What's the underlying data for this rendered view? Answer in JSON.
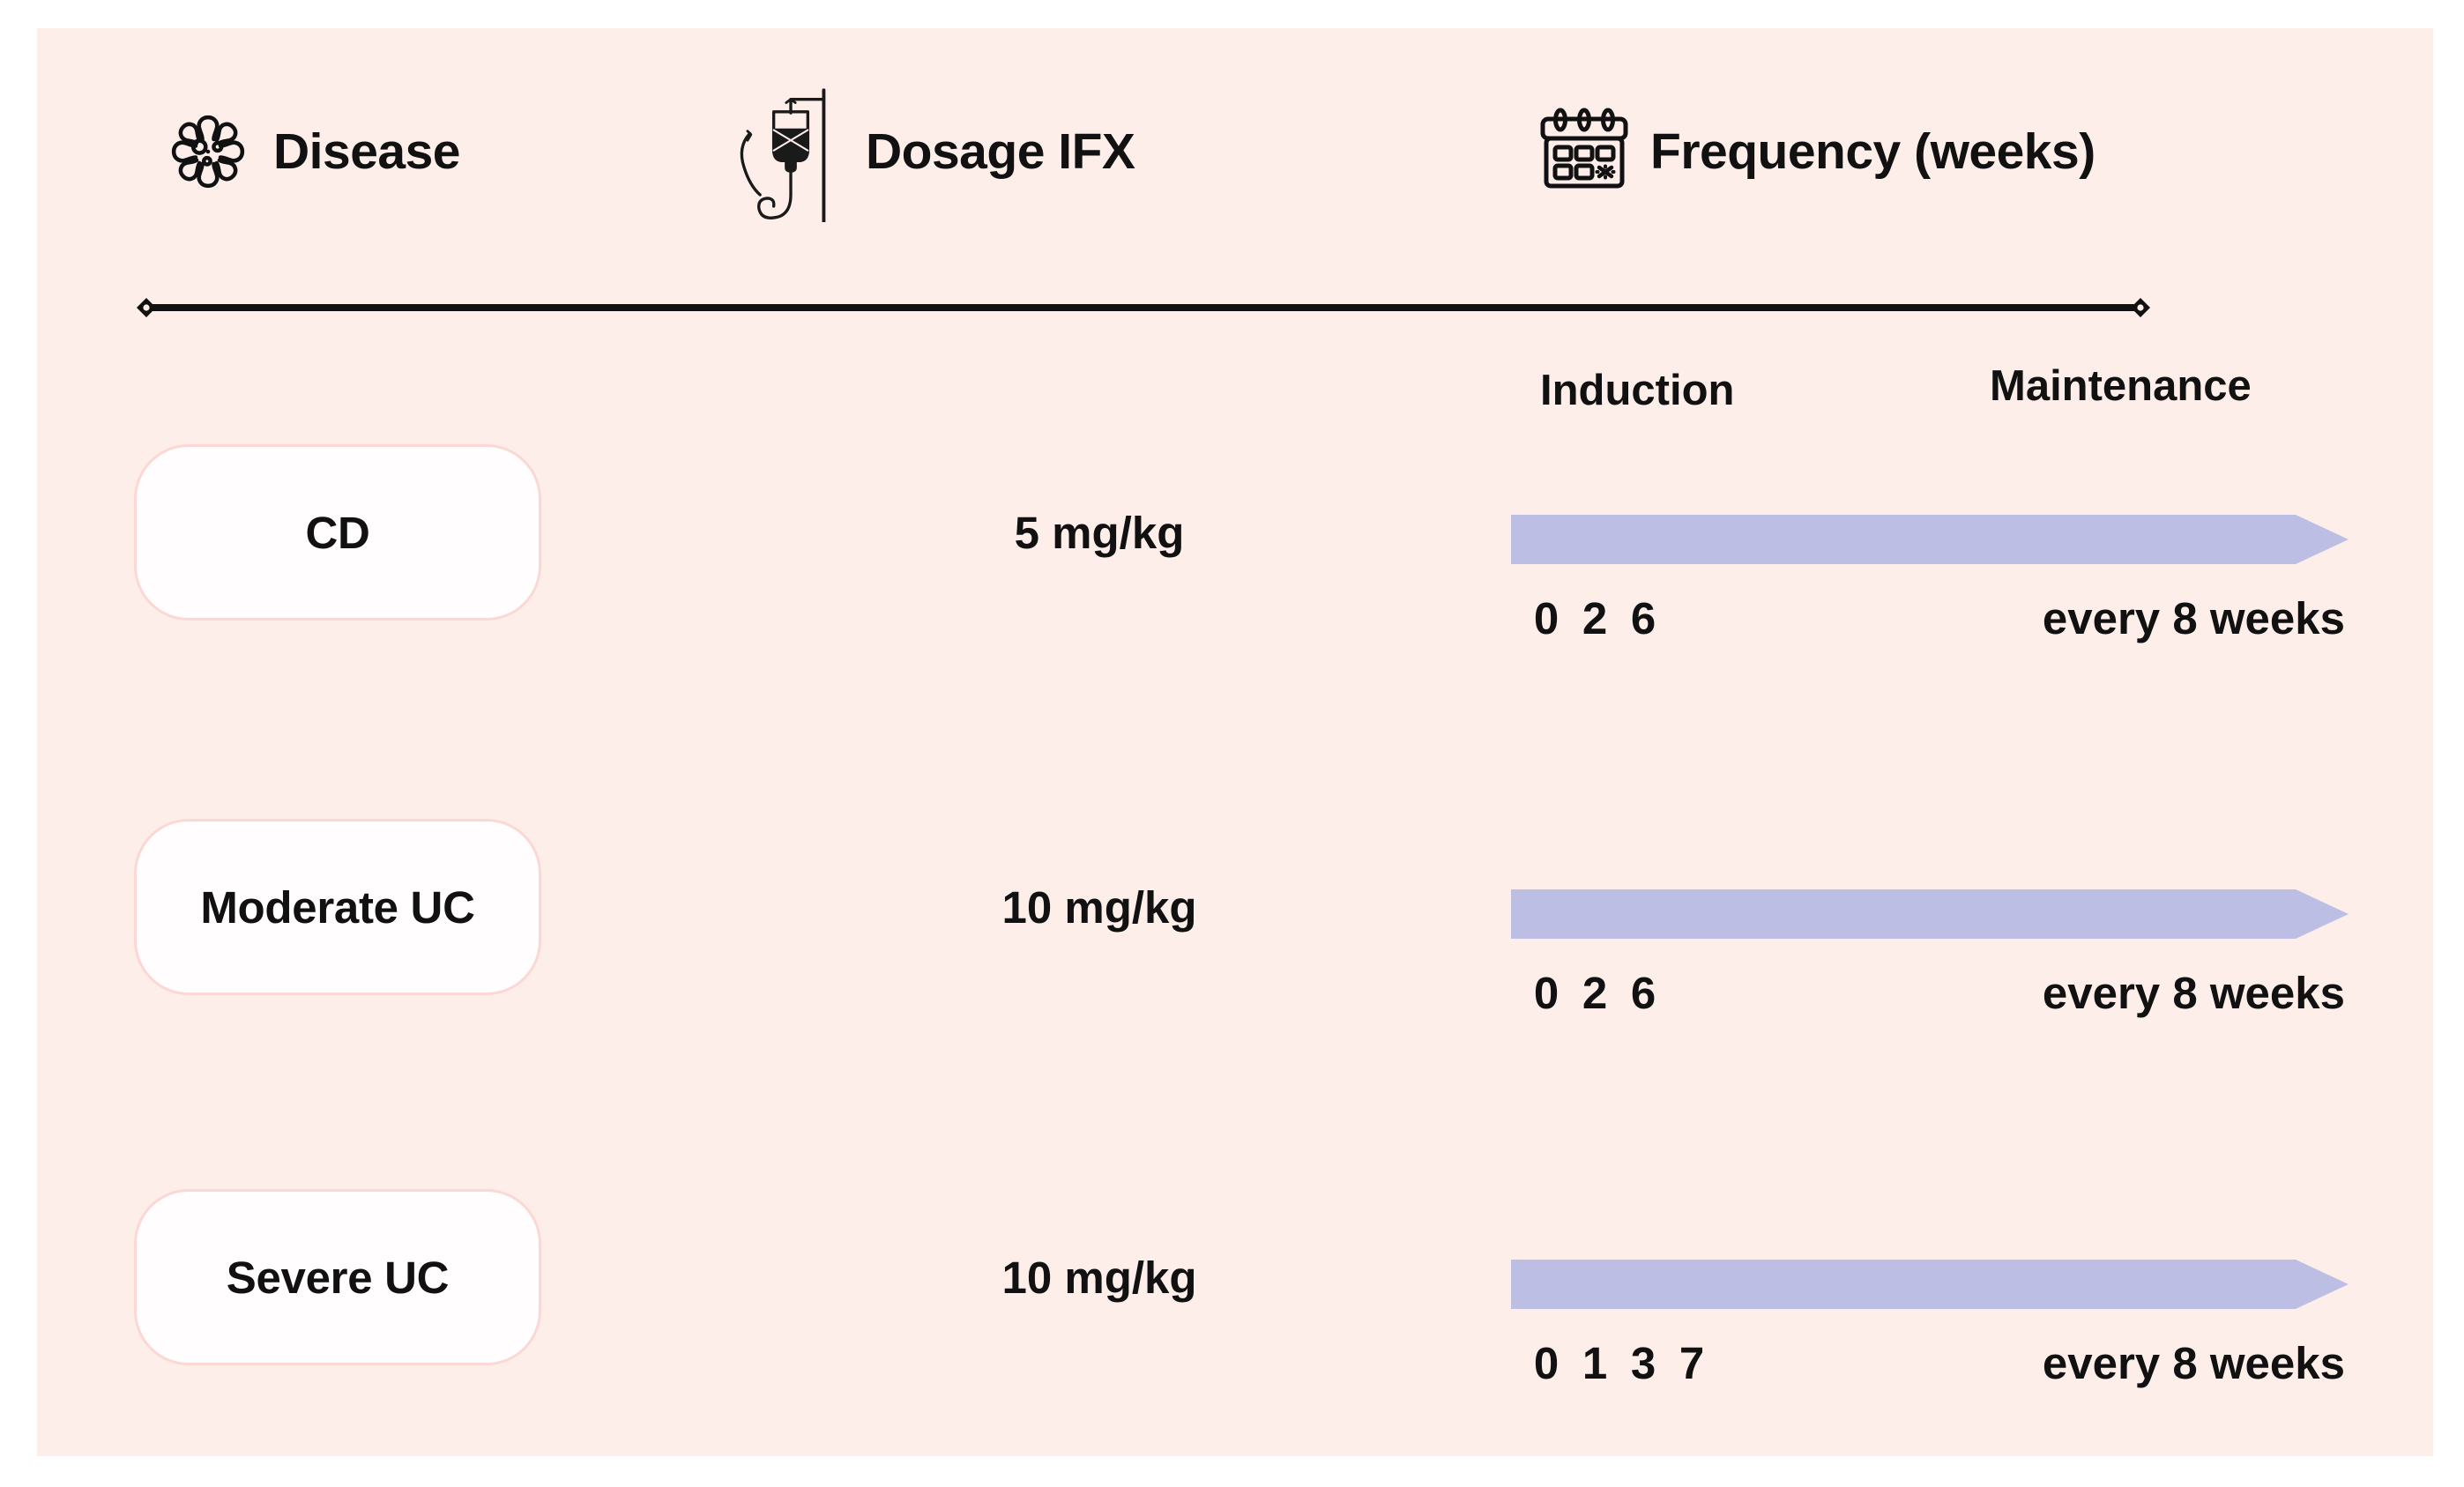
{
  "panel": {
    "background_color": "#fdeeea"
  },
  "header": {
    "columns": [
      {
        "icon": "virus-icon",
        "label": "Disease"
      },
      {
        "icon": "iv-drip-icon",
        "label": "Dosage IFX"
      },
      {
        "icon": "calendar-icon",
        "label": "Frequency (weeks)"
      }
    ]
  },
  "phases": {
    "induction_label": "Induction",
    "maintenance_label": "Maintenance"
  },
  "colors": {
    "arrow": "#bdbee4",
    "pill_border": "#fbd8d4",
    "pill_fill": "#fffdfd",
    "text": "#111111",
    "background": "#fdeeea"
  },
  "chart_data": {
    "type": "table",
    "title": "Infliximab (IFX) dosing schedule by disease",
    "columns": [
      "Disease",
      "Dosage IFX",
      "Induction (weeks)",
      "Maintenance"
    ],
    "rows": [
      {
        "disease": "CD",
        "dosage": "5 mg/kg",
        "induction_weeks": [
          "0",
          "2",
          "6"
        ],
        "maintenance": "every 8 weeks"
      },
      {
        "disease": "Moderate UC",
        "dosage": "10 mg/kg",
        "induction_weeks": [
          "0",
          "2",
          "6"
        ],
        "maintenance": "every 8 weeks"
      },
      {
        "disease": "Severe UC",
        "dosage": "10 mg/kg",
        "induction_weeks": [
          "0",
          "1",
          "3",
          "7"
        ],
        "maintenance": "every 8 weeks"
      }
    ]
  }
}
